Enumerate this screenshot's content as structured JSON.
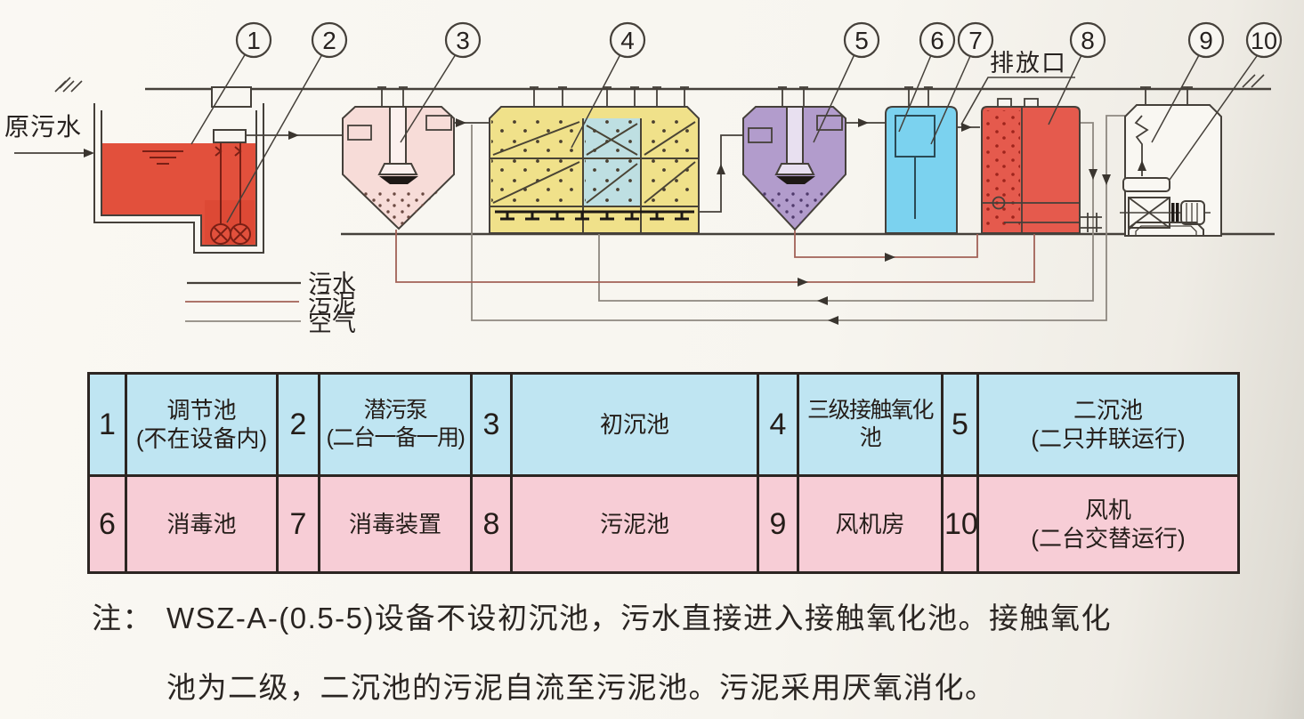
{
  "diagram": {
    "labels": {
      "raw_sewage": "原污水",
      "discharge_outlet": "排放口"
    },
    "legend": [
      {
        "label": "污水",
        "type": "sewage-line",
        "color": "#45403a"
      },
      {
        "label": "污泥",
        "type": "sludge-line",
        "color": "#a26257"
      },
      {
        "label": "空气",
        "type": "air-line",
        "color": "#8e8880"
      }
    ],
    "callouts": [
      {
        "num": "1"
      },
      {
        "num": "2"
      },
      {
        "num": "3"
      },
      {
        "num": "4"
      },
      {
        "num": "5"
      },
      {
        "num": "6"
      },
      {
        "num": "7"
      },
      {
        "num": "8"
      },
      {
        "num": "9"
      },
      {
        "num": "10"
      }
    ],
    "colors": {
      "regulating_water": "#e2503c",
      "primary_tank": "#f7dcd8",
      "oxidation_yellow": "#f0e18a",
      "oxidation_blue": "#bedfe2",
      "secondary_tank": "#b29ccc",
      "disinfection_tank": "#7bd2ef",
      "sludge_tank": "#e55a4d",
      "outline": "#45403a"
    }
  },
  "table": {
    "rows": [
      [
        {
          "num": "1",
          "label": "调节池\n(不在设备内)"
        },
        {
          "num": "2",
          "label": "潜污泵\n(二台一备一用)"
        },
        {
          "num": "3",
          "label": "初沉池"
        },
        {
          "num": "4",
          "label": "三级接触氧化池"
        },
        {
          "num": "5",
          "label": "二沉池\n(二只并联运行)"
        }
      ],
      [
        {
          "num": "6",
          "label": "消毒池"
        },
        {
          "num": "7",
          "label": "消毒装置"
        },
        {
          "num": "8",
          "label": "污泥池"
        },
        {
          "num": "9",
          "label": "风机房"
        },
        {
          "num": "10",
          "label": "风机\n(二台交替运行)"
        }
      ]
    ],
    "row_colors": {
      "row1": "#bfe5f2",
      "row2": "#f7cdd6"
    }
  },
  "note": {
    "marker": "注：",
    "line1": "WSZ-A-(0.5-5)设备不设初沉池，污水直接进入接触氧化池。接触氧化",
    "line2": "池为二级，二沉池的污泥自流至污泥池。污泥采用厌氧消化。"
  }
}
